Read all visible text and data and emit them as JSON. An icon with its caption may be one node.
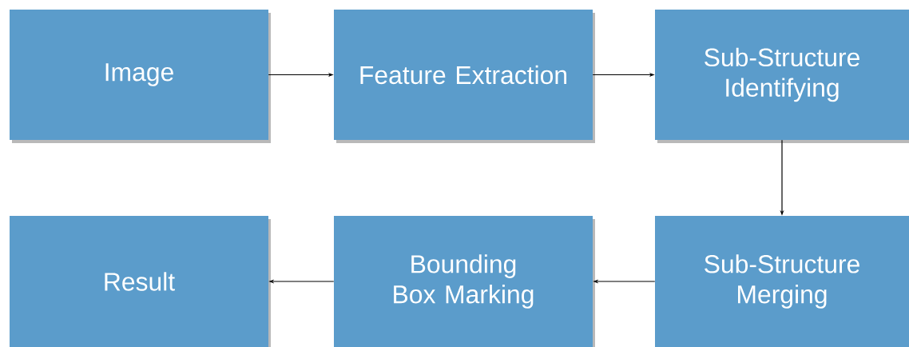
{
  "diagram": {
    "nodes": [
      {
        "text": [
          "Image"
        ]
      },
      {
        "text": [
          "Feature Extraction"
        ]
      },
      {
        "text": [
          "Sub-Structure Identifying"
        ]
      },
      {
        "text": [
          "Result"
        ]
      },
      {
        "text": [
          "Bounding Box Marking"
        ]
      },
      {
        "text": [
          "Sub-Structure Merging"
        ]
      }
    ],
    "edges": [
      {
        "from": 0,
        "to": 1,
        "arrow": "to"
      },
      {
        "from": 1,
        "to": 2,
        "arrow": "to"
      },
      {
        "from": 2,
        "to": 5,
        "arrow": "to"
      },
      {
        "from": 5,
        "to": 4,
        "arrow": "to"
      },
      {
        "from": 4,
        "to": 3,
        "arrow": "to"
      }
    ]
  }
}
